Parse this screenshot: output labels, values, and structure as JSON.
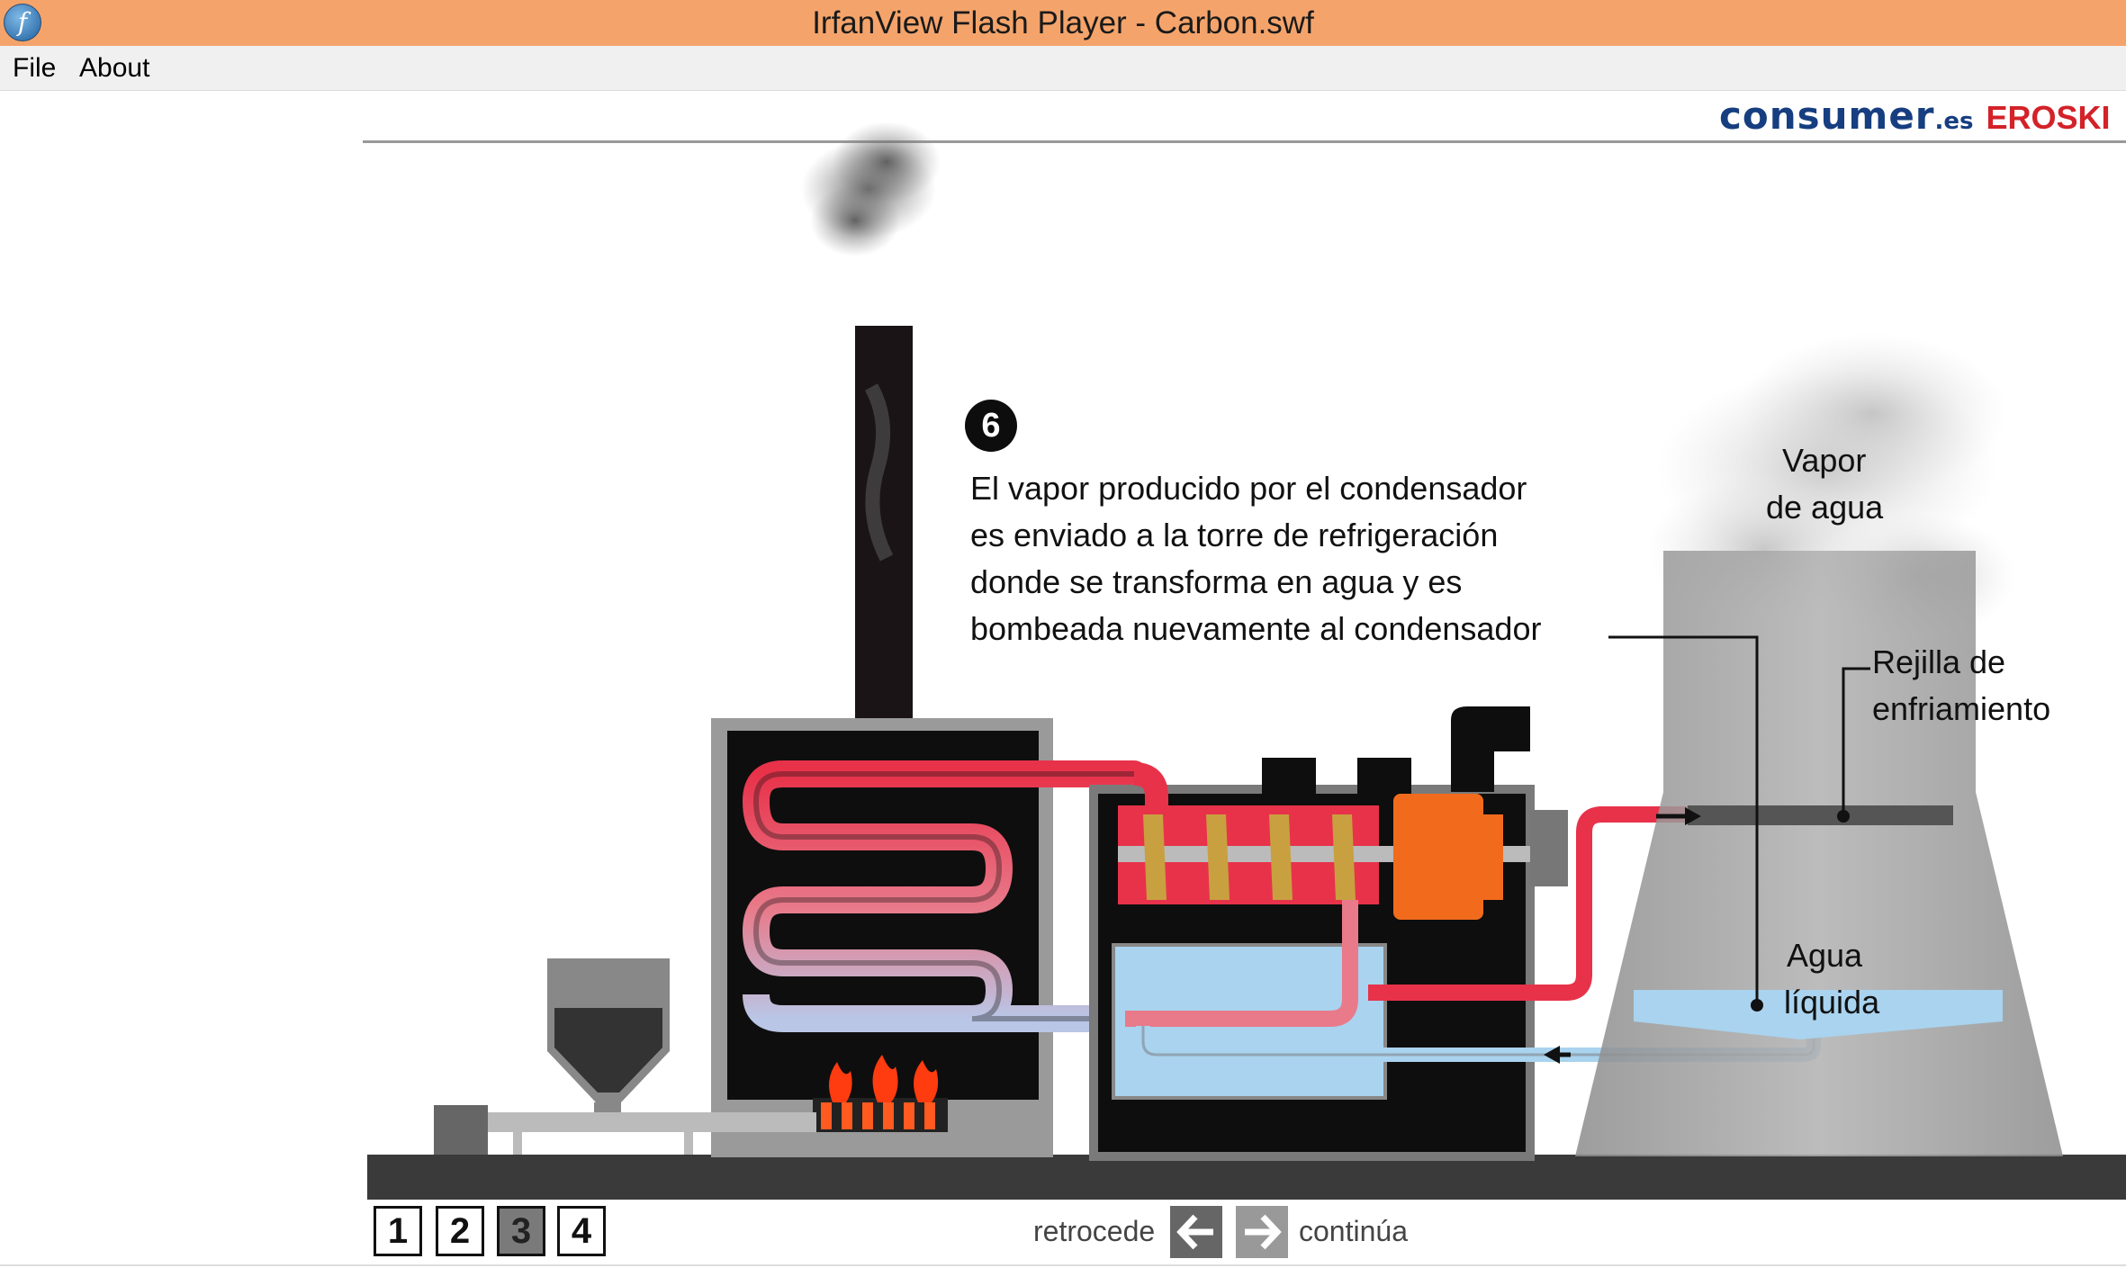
{
  "window": {
    "title": "IrfanView Flash Player - Carbon.swf"
  },
  "menu": {
    "file": "File",
    "about": "About"
  },
  "brand": {
    "consumer": "consumer",
    "es": ".es",
    "eroski": "EROSKI"
  },
  "step": {
    "number": "6",
    "text_lines": [
      "El vapor producido por el condensador",
      "es enviado a la torre de refrigeración",
      "donde se transforma en agua y es",
      "bombeada nuevamente al condensador"
    ]
  },
  "labels": {
    "vapor": [
      "Vapor",
      "de agua"
    ],
    "rejilla": [
      "Rejilla de",
      "enfriamiento"
    ],
    "agua": [
      "Agua",
      "líquida"
    ]
  },
  "nav": {
    "pages": [
      "1",
      "2",
      "3",
      "4"
    ],
    "active_page": "3",
    "back": "retrocede",
    "forward": "continúa"
  },
  "colors": {
    "titlebar": "#f4a46b",
    "brand_blue": "#163e80",
    "brand_red": "#d32228",
    "pipe_hot": "#e8324a",
    "water": "#a9d3ee"
  }
}
